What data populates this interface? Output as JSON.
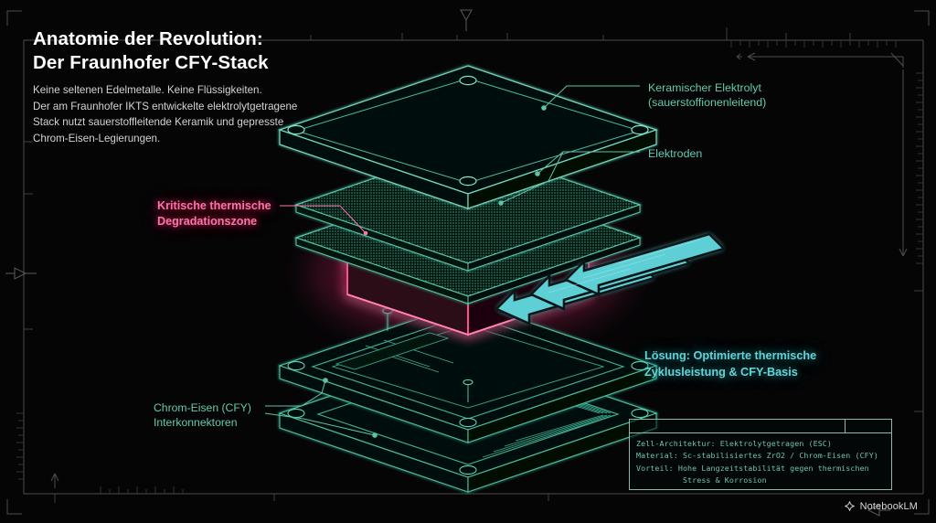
{
  "header": {
    "title_line1": "Anatomie der Revolution:",
    "title_line2": "Der Fraunhofer CFY-Stack",
    "subtitle_line1": "Keine seltenen Edelmetalle. Keine Flüssigkeiten.",
    "subtitle_line2": "Der am Fraunhofer IKTS entwickelte elektrolytgetragene",
    "subtitle_line3": "Stack nutzt sauerstoffleitende Keramik und gepresste",
    "subtitle_line4": "Chrom-Eisen-Legierungen."
  },
  "labels": {
    "electrolyte_line1": "Keramischer Elektrolyt",
    "electrolyte_line2": "(sauerstoffionenleitend)",
    "electrodes": "Elektroden",
    "degradation_line1": "Kritische thermische",
    "degradation_line2": "Degradationszone",
    "solution_line1": "Lösung: Optimierte thermische",
    "solution_line2": "Zyklusleistung & CFY-Basis",
    "cfy_line1": "Chrom-Eisen (CFY)",
    "cfy_line2": "Interkonnektoren"
  },
  "spec_box": {
    "line1": "Zell-Architektur: Elektrolytgetragen (ESC)",
    "line2": "Material: Sc-stabilisiertes ZrO2 / Chrom-Eisen (CFY)",
    "line3": "Vorteil: Hohe Langzeitstabilität gegen thermischen",
    "line4": "          Stress & Korrosion"
  },
  "watermark": {
    "text": "NotebookLM",
    "icon": "notebooklm-spark-icon"
  },
  "colors": {
    "background": "#050506",
    "teal": "#62c9ae",
    "cyan_accent": "#63d4d8",
    "pink_accent": "#ff74a8",
    "frame_line": "#4a4a4a",
    "text_primary": "#ffffff",
    "text_secondary": "#d2d4d6"
  },
  "diagram": {
    "type": "exploded-isometric-stack",
    "layers": [
      {
        "name": "ceramic-electrolyte-top-plate",
        "color": "#62c9ae"
      },
      {
        "name": "electrode-mesh-upper",
        "color": "#62c9ae"
      },
      {
        "name": "electrode-mesh-lower",
        "color": "#62c9ae"
      },
      {
        "name": "thermal-degradation-zone",
        "color": "#ff74a8"
      },
      {
        "name": "cfy-interconnector-upper",
        "color": "#62c9ae"
      },
      {
        "name": "cfy-interconnector-lower",
        "color": "#62c9ae"
      }
    ],
    "arrows": {
      "count": 3,
      "direction": "up-left",
      "color": "#5ecfd6"
    }
  }
}
